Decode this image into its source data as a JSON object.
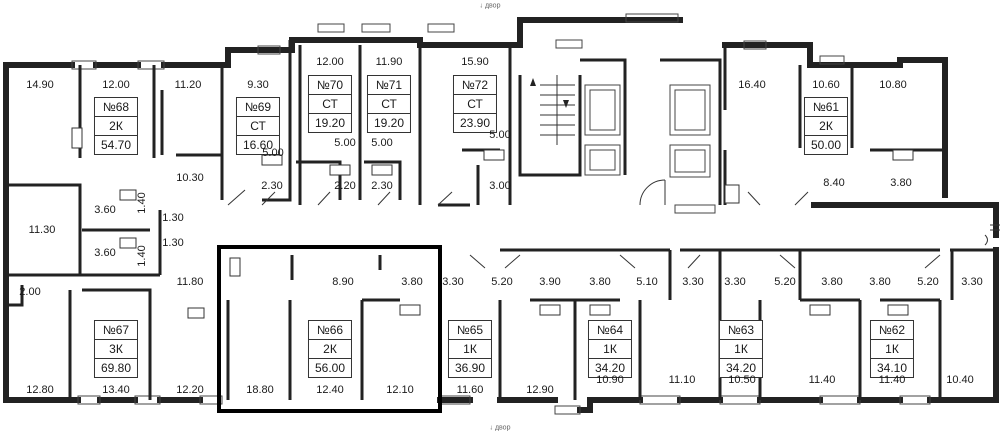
{
  "entrance_label": "↓ двор",
  "apartments": [
    {
      "id": "apt-68",
      "number": "№68",
      "type": "2К",
      "area": "54.70"
    },
    {
      "id": "apt-69",
      "number": "№69",
      "type": "СТ",
      "area": "16.60"
    },
    {
      "id": "apt-70",
      "number": "№70",
      "type": "СТ",
      "area": "19.20"
    },
    {
      "id": "apt-71",
      "number": "№71",
      "type": "СТ",
      "area": "19.20"
    },
    {
      "id": "apt-72",
      "number": "№72",
      "type": "СТ",
      "area": "23.90"
    },
    {
      "id": "apt-61",
      "number": "№61",
      "type": "2К",
      "area": "50.00"
    },
    {
      "id": "apt-67",
      "number": "№67",
      "type": "3К",
      "area": "69.80"
    },
    {
      "id": "apt-66",
      "number": "№66",
      "type": "2К",
      "area": "56.00",
      "highlighted": true
    },
    {
      "id": "apt-65",
      "number": "№65",
      "type": "1К",
      "area": "36.90"
    },
    {
      "id": "apt-64",
      "number": "№64",
      "type": "1К",
      "area": "34.20"
    },
    {
      "id": "apt-63",
      "number": "№63",
      "type": "1К",
      "area": "34.20"
    },
    {
      "id": "apt-62",
      "number": "№62",
      "type": "1К",
      "area": "34.10"
    }
  ],
  "room_areas": [
    "14.90",
    "12.00",
    "11.20",
    "9.30",
    "12.00",
    "11.90",
    "15.90",
    "16.40",
    "10.60",
    "10.80",
    "5.00",
    "5.00",
    "5.00",
    "5.00",
    "10.30",
    "2.30",
    "2.20",
    "2.30",
    "3.00",
    "8.40",
    "3.80",
    "3.60",
    "1.40",
    "1.30",
    "1.30",
    "11.30",
    "3.60",
    "1.40",
    "2.00",
    "11.80",
    "8.90",
    "3.80",
    "3.30",
    "5.20",
    "3.90",
    "3.80",
    "5.10",
    "3.30",
    "3.30",
    "5.20",
    "3.80",
    "3.80",
    "5.20",
    "3.30",
    "12.80",
    "13.40",
    "12.20",
    "18.80",
    "12.40",
    "12.10",
    "11.60",
    "12.90",
    "10.90",
    "11.10",
    "10.50",
    "11.40",
    "11.40",
    "10.40"
  ]
}
